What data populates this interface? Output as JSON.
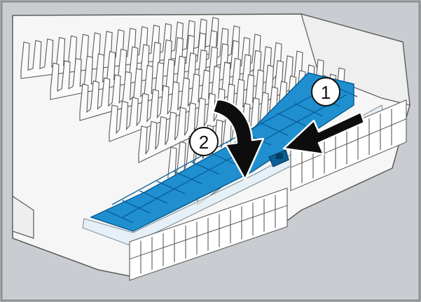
{
  "figure": {
    "steps": [
      {
        "number": "1",
        "action": "slide-left"
      },
      {
        "number": "2",
        "action": "press-down"
      }
    ]
  },
  "colors": {
    "background": "#c9cdd1",
    "frame": "#8f8f8f",
    "rack_white": "#f6f6f6",
    "rack_line": "#5a5a5a",
    "tray_blue": "#1f8fd0",
    "tray_blue_dark": "#0a5f95",
    "arrow": "#0d0d0d",
    "callout_fill": "#ffffff"
  },
  "icons": {
    "arrow_1": "arrow-left-icon",
    "arrow_2": "arrow-down-icon",
    "latch": "latch-icon"
  }
}
